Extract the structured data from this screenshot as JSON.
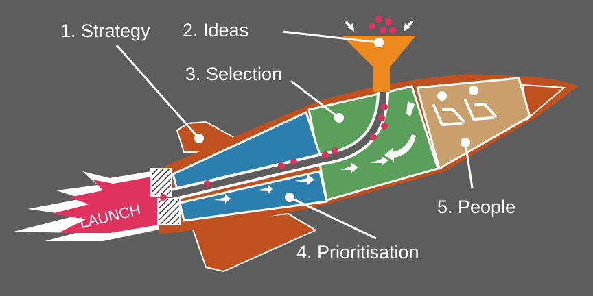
{
  "labels": {
    "strategy": "1. Strategy",
    "ideas": "2. Ideas",
    "selection": "3. Selection",
    "prioritisation": "4. Prioritisation",
    "people": "5. People",
    "launch": "LAUNCH"
  },
  "colors": {
    "background": "#5d5d5d",
    "hull": "#c0501e",
    "strategy_blue": "#2a7fae",
    "selection_green": "#5aa05a",
    "people_tan": "#c9a06b",
    "funnel_orange": "#ee8a1d",
    "flame_pink": "#e0325e",
    "idea_dot": "#e0325e",
    "outline": "#ffffff"
  },
  "icons": [
    "seated-person-icon",
    "seated-person-icon",
    "funnel-icon",
    "arrow-icon",
    "hatch-pattern-icon"
  ]
}
